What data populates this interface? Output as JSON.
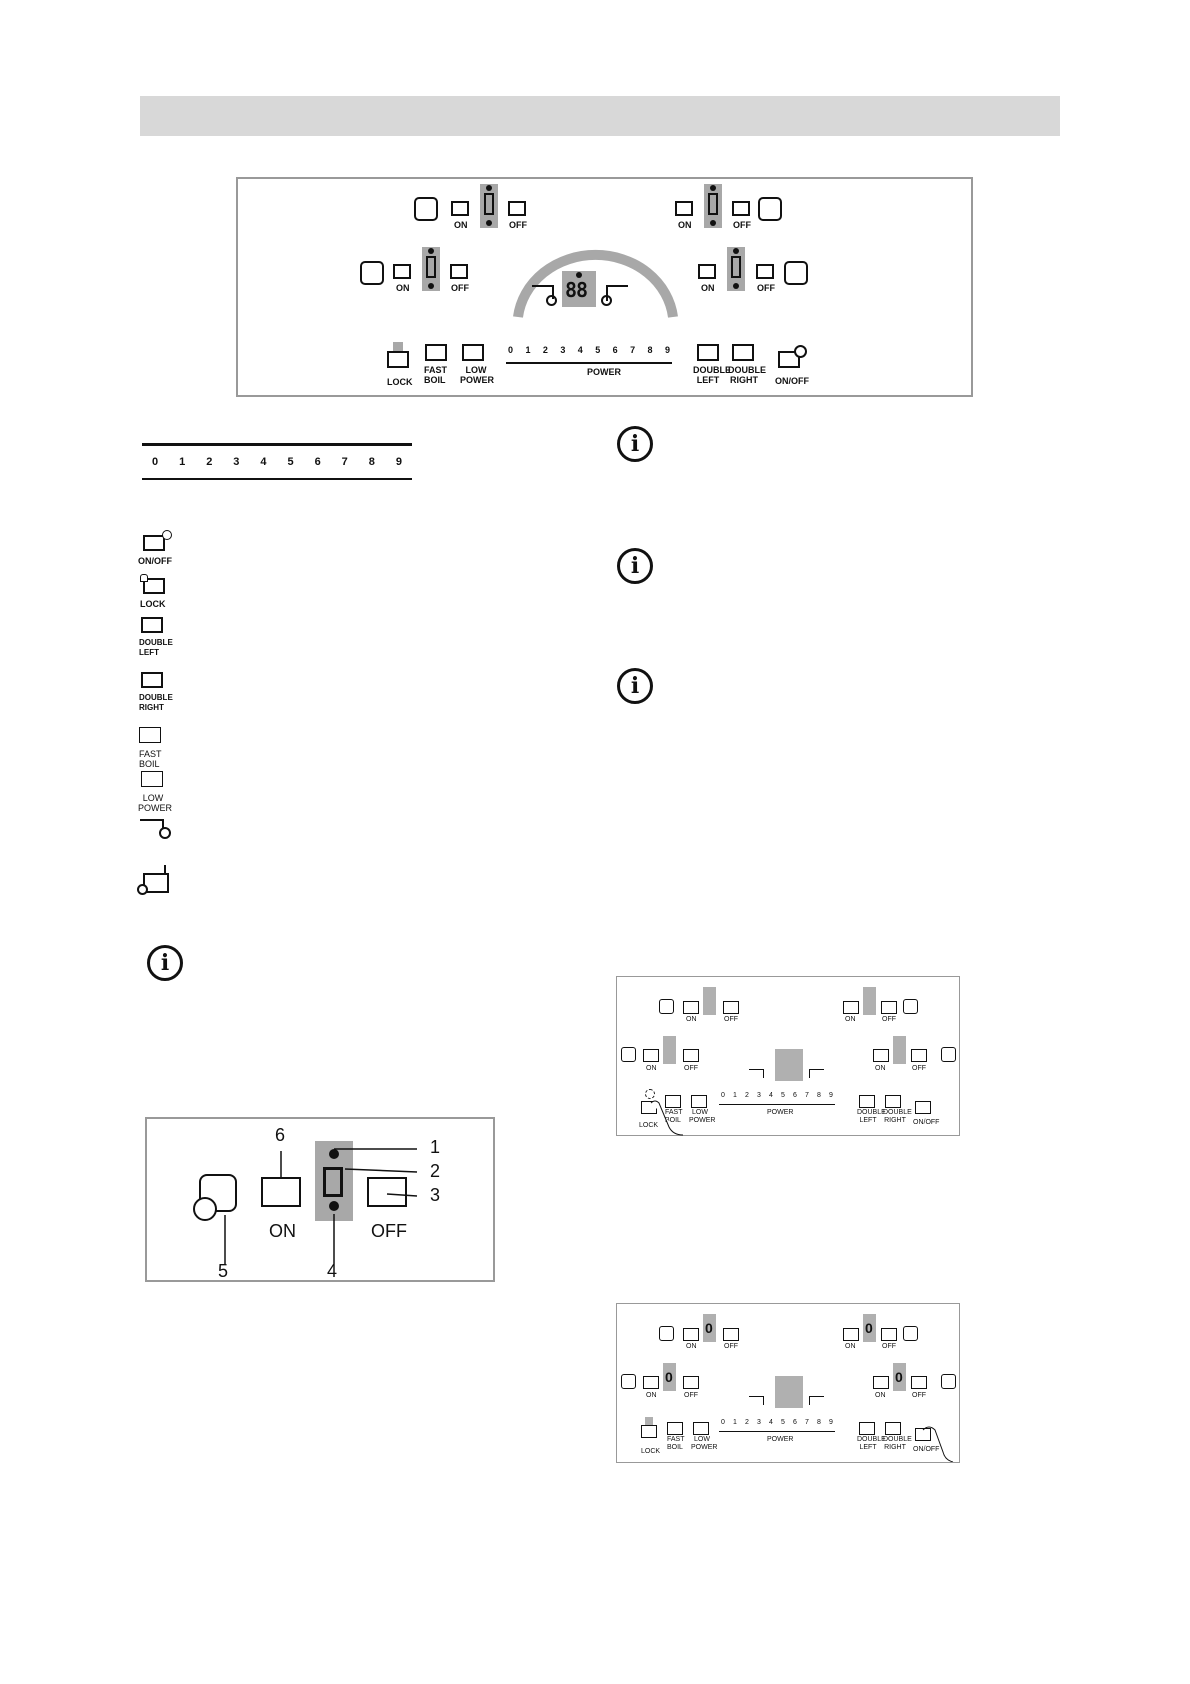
{
  "main_panel": {
    "on_label": "ON",
    "off_label": "OFF",
    "digits": "88",
    "power_scale": [
      "0",
      "1",
      "2",
      "3",
      "4",
      "5",
      "6",
      "7",
      "8",
      "9"
    ],
    "power_label": "POWER",
    "lock_label": "LOCK",
    "fast_boil_label": "FAST BOIL",
    "low_power_label": "LOW POWER",
    "double_left_label": "DOUBLE LEFT",
    "double_right_label": "DOUBLE RIGHT",
    "on_off_label": "ON/OFF"
  },
  "scale": [
    "0",
    "1",
    "2",
    "3",
    "4",
    "5",
    "6",
    "7",
    "8",
    "9"
  ],
  "legend": {
    "on_off": "ON/OFF",
    "lock": "LOCK",
    "double_left": "DOUBLE LEFT",
    "double_right": "DOUBLE RIGHT",
    "fast_boil": "FAST BOIL",
    "low_power": "LOW POWER"
  },
  "zone_detail": {
    "on": "ON",
    "off": "OFF",
    "callouts": [
      "1",
      "2",
      "3",
      "4",
      "5",
      "6"
    ]
  },
  "small_panels": {
    "lock": "LOCK",
    "fast_boil": "FAST BOIL",
    "low_power": "LOW POWER",
    "power": "POWER",
    "double_left": "DOUBLE LEFT",
    "double_right": "DOUBLE RIGHT",
    "on_off": "ON/OFF",
    "on": "ON",
    "off": "OFF",
    "zero": "0"
  }
}
